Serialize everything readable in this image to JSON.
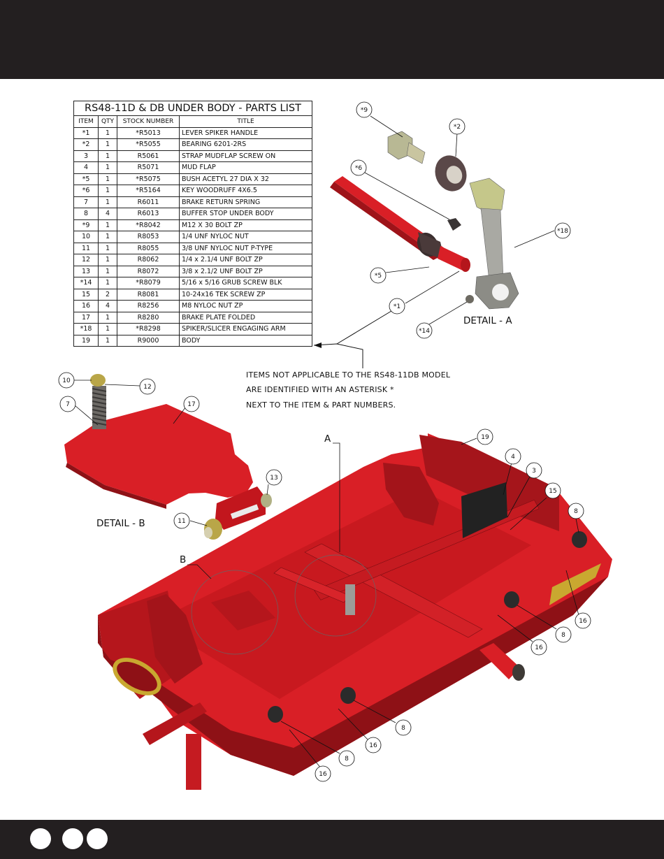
{
  "parts_list": {
    "title": "RS48-11D & DB UNDER BODY - PARTS LIST",
    "columns": [
      "ITEM",
      "QTY",
      "STOCK NUMBER",
      "TITLE"
    ],
    "rows": [
      {
        "item": "*1",
        "qty": "1",
        "stock": "*R5013",
        "title": "LEVER SPIKER HANDLE"
      },
      {
        "item": "*2",
        "qty": "1",
        "stock": "*R5055",
        "title": "BEARING 6201-2RS"
      },
      {
        "item": "3",
        "qty": "1",
        "stock": "R5061",
        "title": "STRAP MUDFLAP SCREW ON"
      },
      {
        "item": "4",
        "qty": "1",
        "stock": "R5071",
        "title": "MUD FLAP"
      },
      {
        "item": "*5",
        "qty": "1",
        "stock": "*R5075",
        "title": "BUSH ACETYL 27 DIA X 32"
      },
      {
        "item": "*6",
        "qty": "1",
        "stock": "*R5164",
        "title": "KEY WOODRUFF 4X6.5"
      },
      {
        "item": "7",
        "qty": "1",
        "stock": "R6011",
        "title": "BRAKE RETURN SPRING"
      },
      {
        "item": "8",
        "qty": "4",
        "stock": "R6013",
        "title": "BUFFER STOP UNDER BODY"
      },
      {
        "item": "*9",
        "qty": "1",
        "stock": "*R8042",
        "title": "M12 X 30 BOLT ZP"
      },
      {
        "item": "10",
        "qty": "1",
        "stock": "R8053",
        "title": "1/4 UNF NYLOC NUT"
      },
      {
        "item": "11",
        "qty": "1",
        "stock": "R8055",
        "title": "3/8 UNF NYLOC NUT P-TYPE"
      },
      {
        "item": "12",
        "qty": "1",
        "stock": "R8062",
        "title": "1/4 x 2.1/4 UNF BOLT ZP"
      },
      {
        "item": "13",
        "qty": "1",
        "stock": "R8072",
        "title": "3/8 x 2.1/2  UNF BOLT ZP"
      },
      {
        "item": "*14",
        "qty": "1",
        "stock": "*R8079",
        "title": "5/16 x 5/16 GRUB SCREW BLK"
      },
      {
        "item": "15",
        "qty": "2",
        "stock": "R8081",
        "title": "10-24x16 TEK SCREW ZP"
      },
      {
        "item": "16",
        "qty": "4",
        "stock": "R8256",
        "title": "M8 NYLOC NUT ZP"
      },
      {
        "item": "17",
        "qty": "1",
        "stock": "R8280",
        "title": "BRAKE PLATE FOLDED"
      },
      {
        "item": "*18",
        "qty": "1",
        "stock": "*R8298",
        "title": "SPIKER/SLICER ENGAGING ARM"
      },
      {
        "item": "19",
        "qty": "1",
        "stock": "R9000",
        "title": "BODY"
      }
    ]
  },
  "note": [
    "ITEMS NOT APPLICABLE TO THE RS48-11DB MODEL",
    "ARE IDENTIFIED WITH AN ASTERISK *",
    "NEXT TO THE ITEM & PART NUMBERS."
  ],
  "labels": {
    "detail_a": "DETAIL - A",
    "detail_b": "DETAIL - B",
    "view_a": "A",
    "view_b": "B"
  },
  "callouts": {
    "c9": "*9",
    "c2": "*2",
    "c6": "*6",
    "c18": "*18",
    "c5": "*5",
    "c1": "*1",
    "c14": "*14",
    "c10": "10",
    "c12": "12",
    "c7": "7",
    "c17": "17",
    "c13": "13",
    "c11": "11",
    "c19": "19",
    "c4": "4",
    "c3": "3",
    "c15": "15",
    "c8a": "8",
    "c16a": "16",
    "c8b": "8",
    "c16b": "16",
    "c8c": "8",
    "c16c": "16",
    "c8d": "8",
    "c16d": "16"
  },
  "colors": {
    "body_red": "#d91f26",
    "dark_red": "#8e1116",
    "bar": "#231f20"
  }
}
